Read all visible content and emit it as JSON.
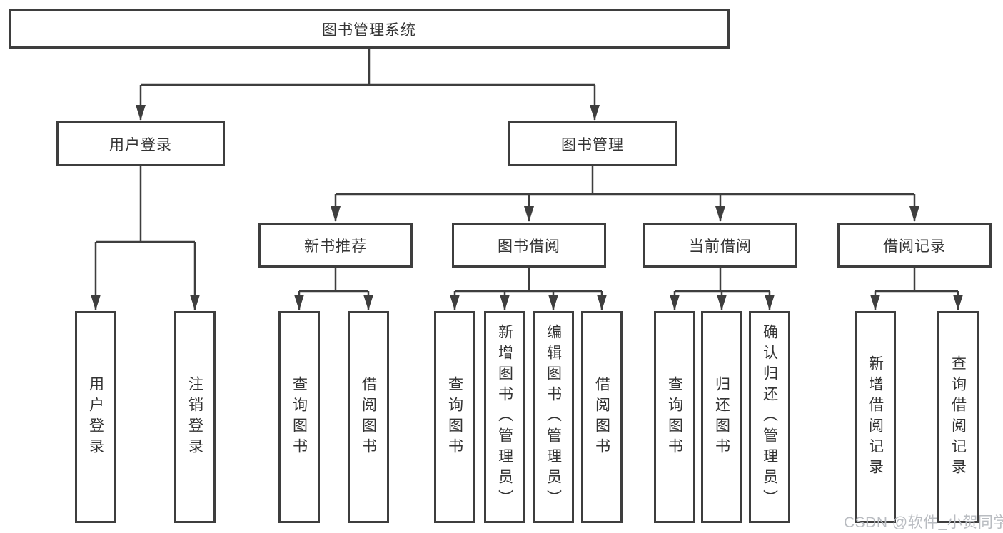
{
  "colors": {
    "line": "#3e3e3e",
    "box_border": "#3e3e3e",
    "text": "#333333",
    "watermark_text": "#b9bcc1",
    "background": "#ffffff"
  },
  "tree": {
    "root": {
      "label": "图书管理系统"
    },
    "level2": {
      "user_login": {
        "label": "用户登录"
      },
      "book_management": {
        "label": "图书管理"
      }
    },
    "level3": {
      "new_book_recommend": {
        "label": "新书推荐"
      },
      "book_borrow": {
        "label": "图书借阅"
      },
      "current_borrow": {
        "label": "当前借阅"
      },
      "borrow_records": {
        "label": "借阅记录"
      }
    },
    "leaves": {
      "user_login": [
        {
          "label": "用户登录"
        },
        {
          "label": "注销登录"
        }
      ],
      "new_book_recommend": [
        {
          "label": "查询图书"
        },
        {
          "label": "借阅图书"
        }
      ],
      "book_borrow": [
        {
          "label": "查询图书"
        },
        {
          "label": "新增图书（管理员）"
        },
        {
          "label": "编辑图书（管理员）"
        },
        {
          "label": "借阅图书"
        }
      ],
      "current_borrow": [
        {
          "label": "查询图书"
        },
        {
          "label": "归还图书"
        },
        {
          "label": "确认归还（管理员）"
        }
      ],
      "borrow_records": [
        {
          "label": "新增借阅记录"
        },
        {
          "label": "查询借阅记录"
        }
      ]
    }
  },
  "watermark": {
    "text": "CSDN @软件_小贺同学"
  }
}
